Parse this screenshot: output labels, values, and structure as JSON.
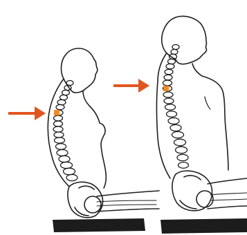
{
  "figures": [
    {
      "id": "slouched",
      "posture": "slouched-sitting",
      "highlighted_vertebra_color": "#ef8a25"
    },
    {
      "id": "upright",
      "posture": "upright-sitting",
      "highlighted_vertebra_color": "#ef8a25"
    }
  ],
  "arrows": [
    {
      "points_to": "slouched-highlighted-vertebra",
      "color": "#e0561f",
      "icon": "arrow-right-icon"
    },
    {
      "points_to": "upright-highlighted-vertebra",
      "color": "#e0561f",
      "icon": "arrow-right-icon"
    }
  ],
  "colors": {
    "outline": "#1e1e1e",
    "arrow": "#e0561f",
    "highlight": "#ef8a25",
    "seat": "#1c1c1c",
    "background": "#ffffff"
  }
}
